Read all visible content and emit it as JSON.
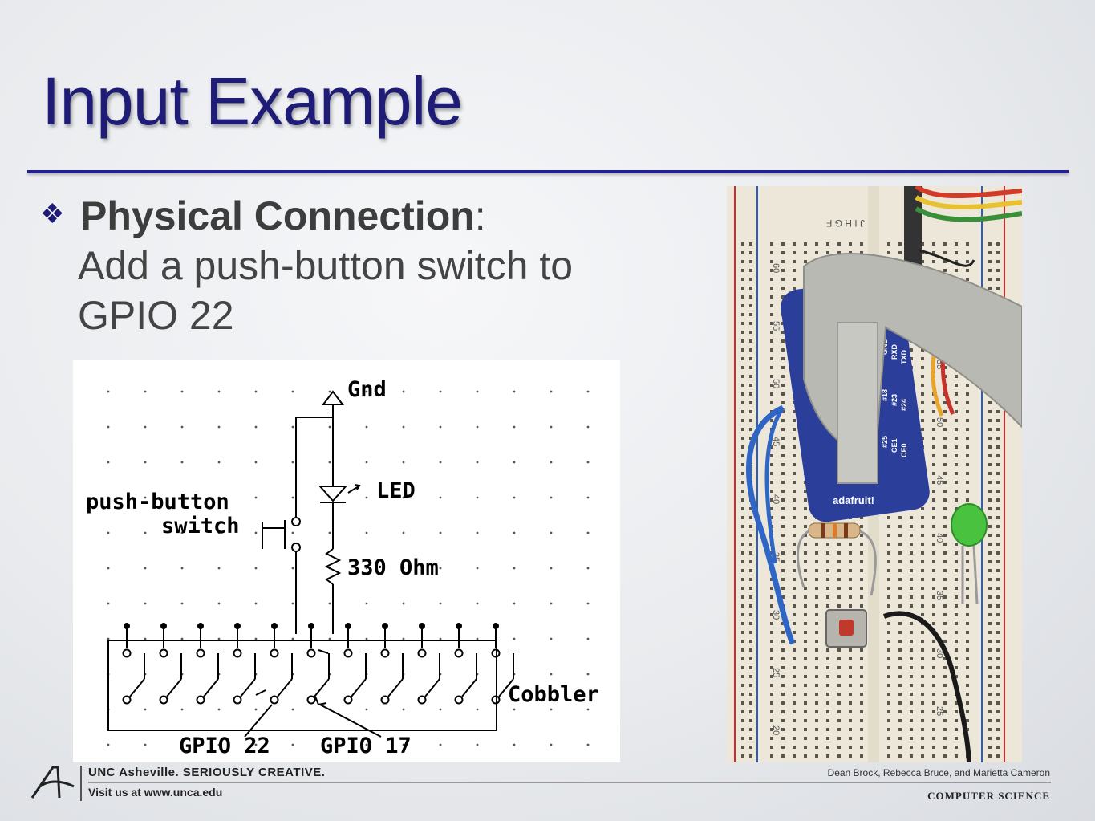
{
  "slide": {
    "title": "Input Example"
  },
  "bullet": {
    "glyph": "❖",
    "heading": "Physical Connection",
    "colon": ":",
    "body_line1": "Add a push-button switch to",
    "body_line2": "GPIO 22"
  },
  "schematic": {
    "labels": {
      "gnd": "Gnd",
      "led": "LED",
      "switch_line1": "push-button",
      "switch_line2": "switch",
      "resistor": "330 Ohm",
      "cobbler": "Cobbler",
      "gpio22": "GPIO 22",
      "gpio17": "GPIO 17"
    }
  },
  "photo": {
    "board_text": "adafruit!",
    "row_numbers": [
      "60",
      "55",
      "50",
      "45",
      "40",
      "35",
      "30",
      "25",
      "20"
    ],
    "column_letters": "J I H G F",
    "pin_labels": [
      "GND",
      "RXD",
      "TXD",
      "#18",
      "#23",
      "#24",
      "#25",
      "CE1",
      "CE0"
    ],
    "colors": {
      "breadboard": "#ece7d8",
      "rail_red": "#cf2b2b",
      "rail_blue": "#2a5fc2",
      "cobbler_board": "#2b3f9a",
      "ribbon": "#b9b9b3",
      "led_green": "#49c23f",
      "wire_blue": "#2f66c6"
    }
  },
  "footer": {
    "tagline": "UNC Asheville. SERIOUSLY CREATIVE.",
    "visit": "Visit us at www.unca.edu",
    "authors": "Dean Brock, Rebecca Bruce, and Marietta Cameron",
    "department": "COMPUTER SCIENCE"
  }
}
